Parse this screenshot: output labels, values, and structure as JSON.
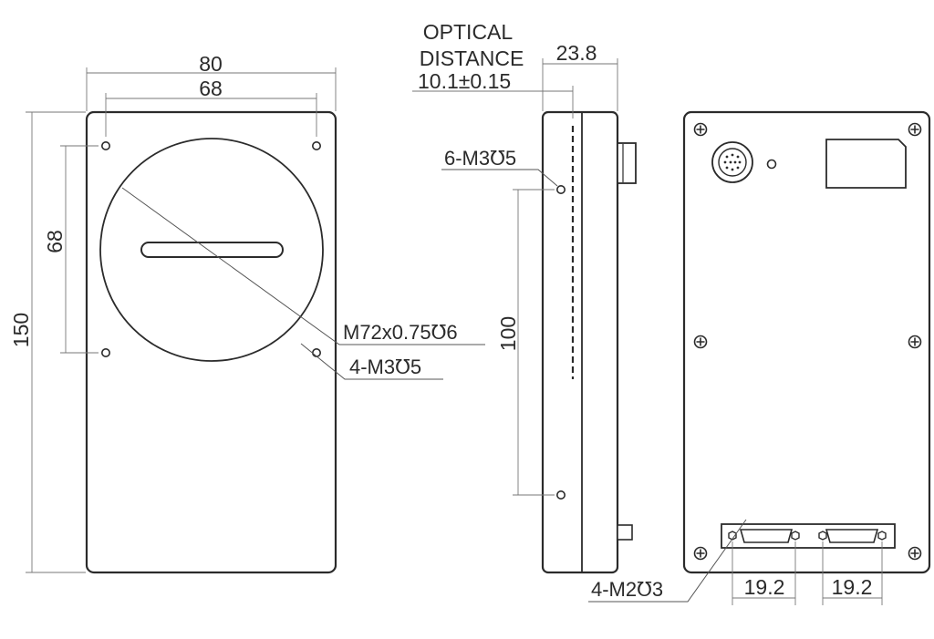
{
  "front_view": {
    "width_total": "80",
    "width_holes": "68",
    "height_holes": "68",
    "height_total": "150",
    "lens_mount": "M72x0.75℧6",
    "screw_holes": "4-M3℧5"
  },
  "side_view": {
    "optical_distance_line1": "OPTICAL",
    "optical_distance_line2": "DISTANCE",
    "optical_distance_value": "10.1±0.15",
    "depth": "23.8",
    "side_holes": "6-M3℧5",
    "hole_spacing": "100"
  },
  "back_view": {
    "connector_holes": "4-M2℧3",
    "connector_spacing_left": "19.2",
    "connector_spacing_right": "19.2"
  }
}
